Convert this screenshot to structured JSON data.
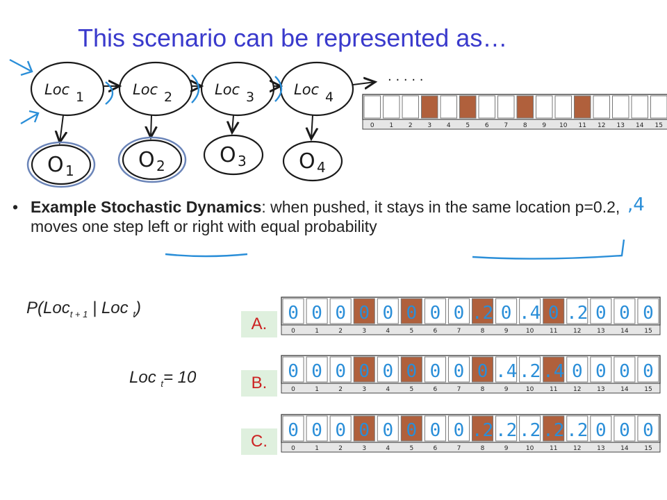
{
  "title": "This scenario can be represented as…",
  "chain": {
    "loc_nodes": [
      {
        "base": "Loc",
        "sub": "1"
      },
      {
        "base": "Loc",
        "sub": "2"
      },
      {
        "base": "Loc",
        "sub": "3"
      },
      {
        "base": "Loc",
        "sub": "4"
      }
    ],
    "obs_nodes": [
      {
        "base": "O",
        "sub": "1"
      },
      {
        "base": "O",
        "sub": "2"
      },
      {
        "base": "O",
        "sub": "3"
      },
      {
        "base": "O",
        "sub": "4"
      }
    ],
    "continuation": ". . . . ."
  },
  "strip": {
    "indices": [
      "0",
      "1",
      "2",
      "3",
      "4",
      "5",
      "6",
      "7",
      "8",
      "9",
      "10",
      "11",
      "12",
      "13",
      "14",
      "15"
    ],
    "shaded_cells": [
      3,
      5,
      8,
      11
    ],
    "shade_color": "#b0603c"
  },
  "bullet": {
    "bold_part": "Example Stochastic Dynamics",
    "rest": ": when pushed, it stays in the same location p=0.2, moves one step left or right with equal probability",
    "annotation": ",4"
  },
  "prob_label": {
    "main": "P(Loc",
    "sub1": "t + 1",
    "mid": " | Loc ",
    "sub2": "t",
    "end": ")"
  },
  "loc_label": {
    "main": "Loc ",
    "sub": "t",
    "end": "= 10"
  },
  "options": [
    {
      "label": "A.",
      "values": [
        "0",
        "0",
        "0",
        "0",
        "0",
        "0",
        "0",
        "0",
        ".2",
        "0",
        ".4",
        "0",
        ".2",
        "0",
        "0",
        "0"
      ]
    },
    {
      "label": "B.",
      "values": [
        "0",
        "0",
        "0",
        "0",
        "0",
        "0",
        "0",
        "0",
        "0",
        ".4",
        ".2",
        ".4",
        "0",
        "0",
        "0",
        "0"
      ]
    },
    {
      "label": "C.",
      "values": [
        "0",
        "0",
        "0",
        "0",
        "0",
        "0",
        "0",
        "0",
        ".2",
        ".2",
        ".2",
        ".2",
        ".2",
        "0",
        "0",
        "0"
      ]
    }
  ],
  "colors": {
    "title": "#3a3acc",
    "ink": "#1a1a1a",
    "handwriting_blue": "#2a8ed8",
    "option_bg": "#dff0de",
    "option_text": "#cc2222"
  }
}
